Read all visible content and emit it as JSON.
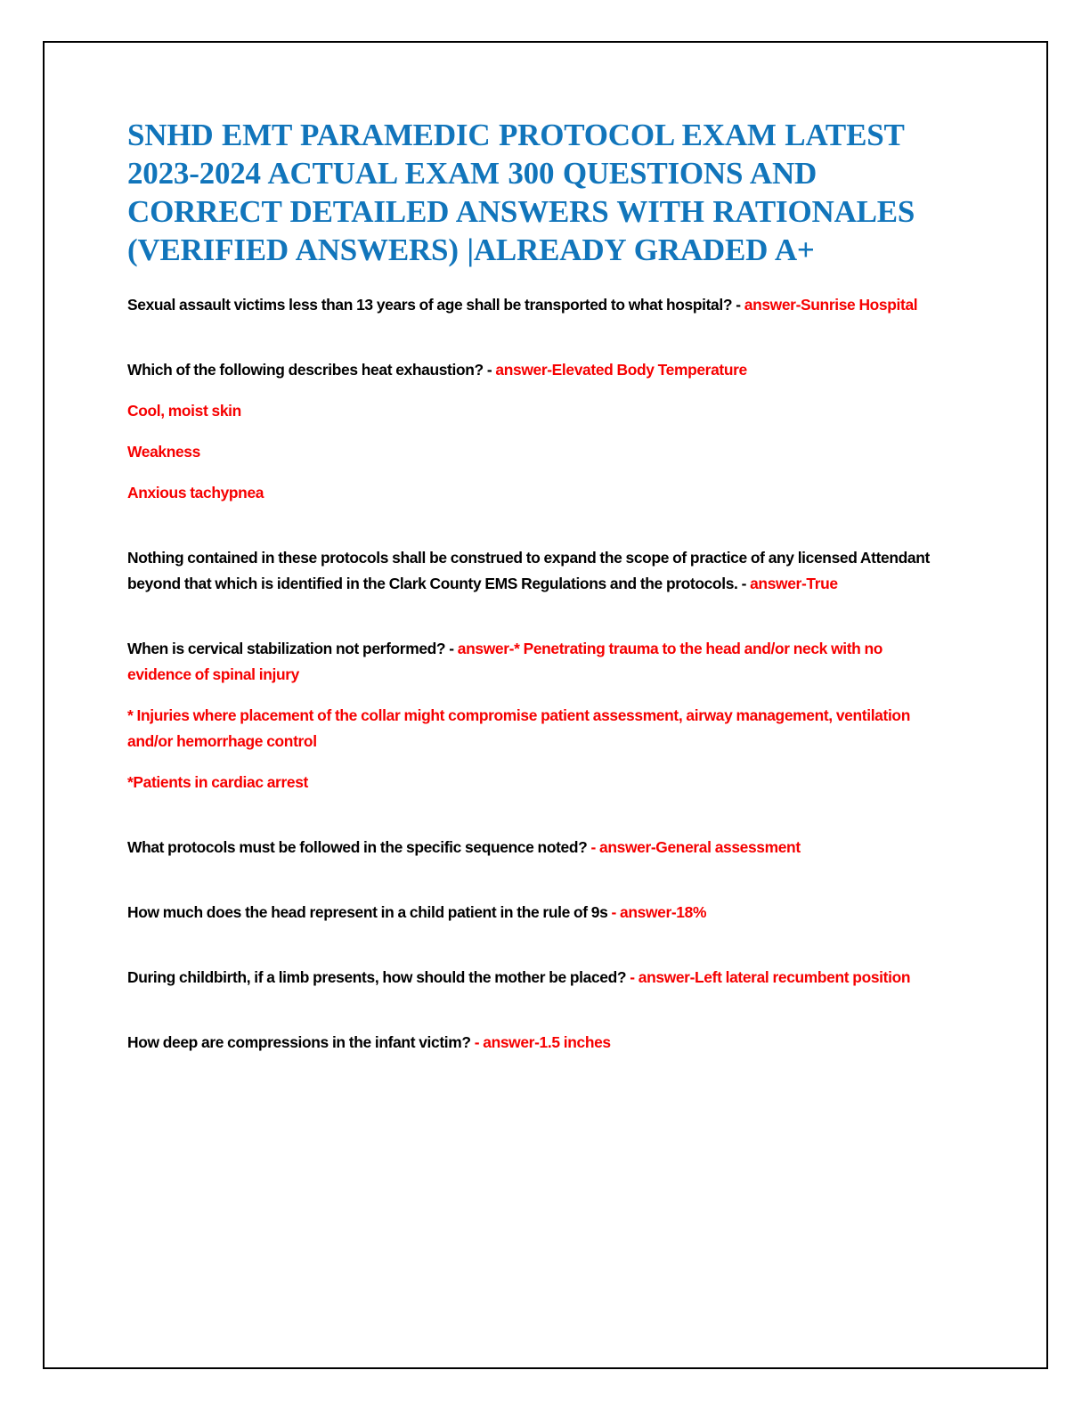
{
  "document": {
    "title": "SNHD EMT PARAMEDIC PROTOCOL EXAM LATEST 2023-2024 ACTUAL EXAM 300 QUESTIONS AND CORRECT DETAILED ANSWERS WITH RATIONALES (VERIFIED ANSWERS) |ALREADY GRADED A+",
    "colors": {
      "title": "#1175BB",
      "question": "#000000",
      "answer": "#F60000",
      "page_border": "#000000",
      "background": "#FFFFFF"
    },
    "qa_items": [
      {
        "question": "Sexual assault victims less than 13 years of age shall be transported to what hospital? - ",
        "answer": "answer-Sunrise Hospital",
        "extra_lines": []
      },
      {
        "question": "Which of the following describes heat exhaustion? - ",
        "answer": "answer-Elevated Body Temperature",
        "extra_lines": [
          "Cool, moist skin",
          "Weakness",
          "Anxious tachypnea"
        ]
      },
      {
        "question": "Nothing contained in these protocols shall be construed to expand the scope of practice of any licensed Attendant beyond that which is identified in the Clark County EMS Regulations and the protocols. - ",
        "answer": "answer-True",
        "extra_lines": []
      },
      {
        "question": "When is cervical stabilization not performed? - ",
        "answer": "answer-* Penetrating trauma to the head and/or neck with no evidence of spinal injury",
        "extra_lines": [
          "* Injuries where placement of the collar might compromise patient assessment, airway management, ventilation and/or hemorrhage control",
          "*Patients in cardiac arrest"
        ]
      },
      {
        "question": "What protocols must be followed in the specific sequence noted? ",
        "answer": "- answer-General assessment",
        "extra_lines": []
      },
      {
        "question": "How much does the head represent in a child patient in the rule of 9s ",
        "answer": "- answer-18%",
        "extra_lines": []
      },
      {
        "question": "During childbirth, if a limb presents, how should the mother be placed? ",
        "answer": "- answer-Left lateral recumbent position",
        "extra_lines": []
      },
      {
        "question": "How deep are compressions in the infant victim? ",
        "answer": "- answer-1.5 inches",
        "extra_lines": []
      }
    ]
  }
}
